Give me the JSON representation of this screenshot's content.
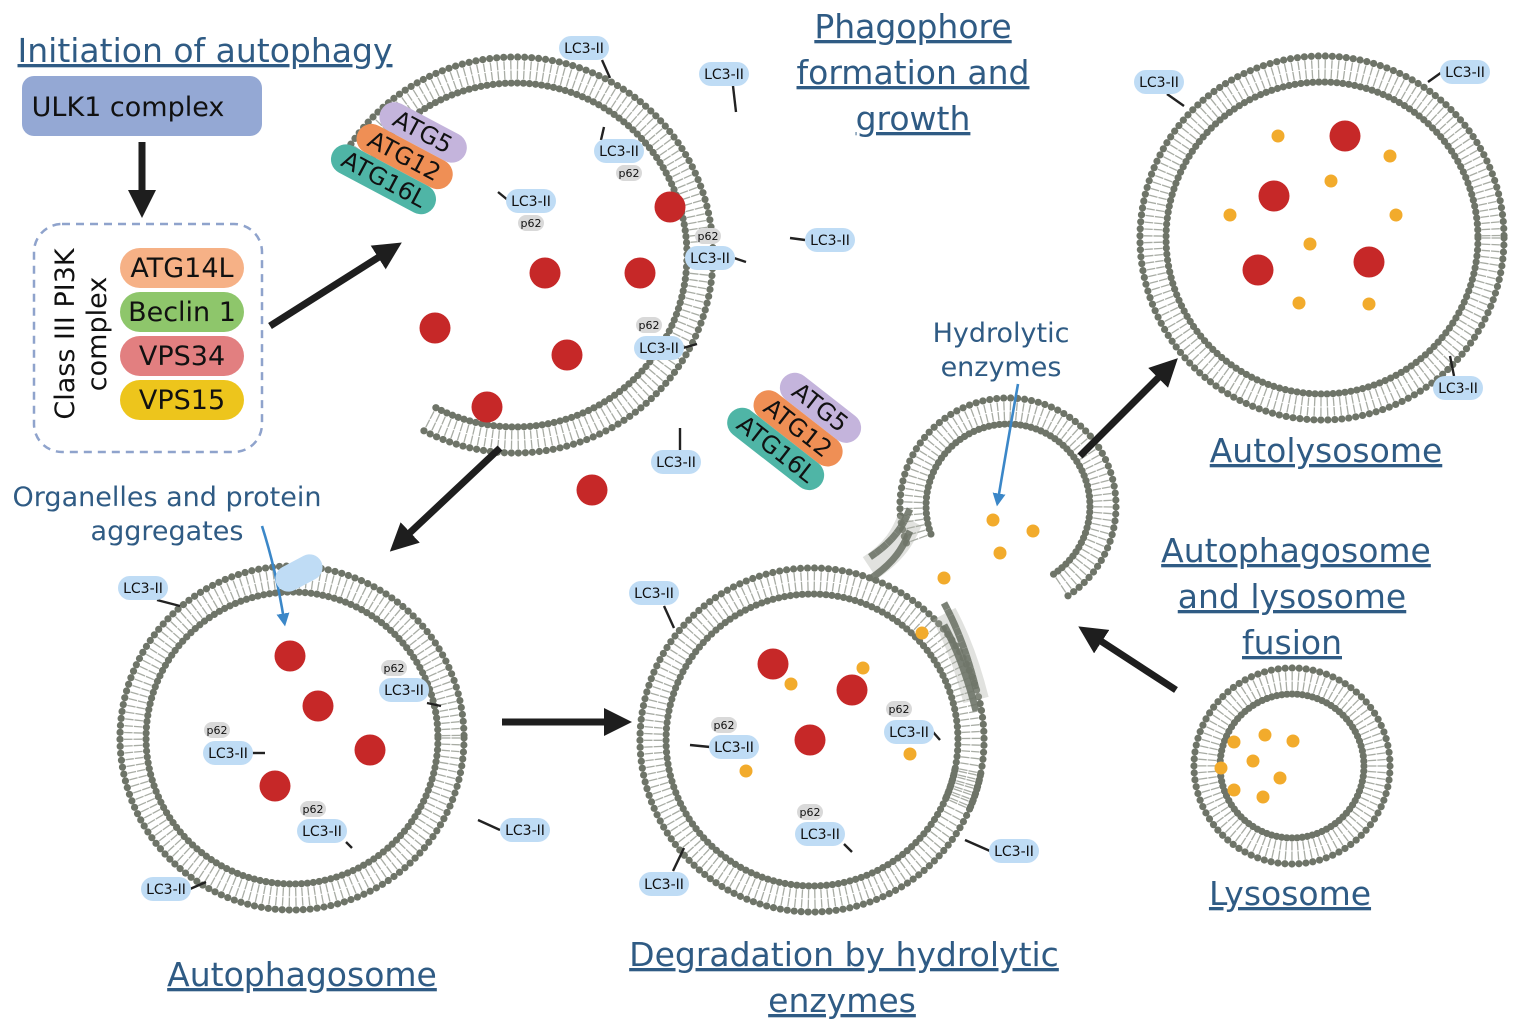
{
  "titles": {
    "initiation": "Initiation of autophagy",
    "phagophore": [
      "Phagophore",
      "formation and",
      "growth"
    ],
    "autolysosome": "Autolysosome",
    "fusion": [
      "Autophagosome",
      "and lysosome",
      "fusion"
    ],
    "lysosome": "Lysosome",
    "autophagosome": "Autophagosome",
    "degradation": [
      "Degradation by hydrolytic",
      "enzymes"
    ]
  },
  "notes": {
    "hydrolytic": [
      "Hydrolytic",
      "enzymes"
    ],
    "organelles": [
      "Organelles and protein",
      "aggregates"
    ]
  },
  "ulk": {
    "label": "ULK1 complex",
    "color": "#94a8d4"
  },
  "pi3k": {
    "label_lines": [
      "Class III PI3K",
      "complex"
    ],
    "subunits": [
      {
        "label": "ATG14L",
        "color": "#f6b186"
      },
      {
        "label": "Beclin 1",
        "color": "#8ec66b"
      },
      {
        "label": "VPS34",
        "color": "#e27f80"
      },
      {
        "label": "VPS15",
        "color": "#edc51c"
      }
    ]
  },
  "atg_complex": [
    {
      "label": "ATG5",
      "color": "#c4b4dc"
    },
    {
      "label": "ATG12",
      "color": "#ef8f55"
    },
    {
      "label": "ATG16L",
      "color": "#4fb5a6"
    }
  ],
  "markers": {
    "lc3": "LC3-II",
    "p62": "p62"
  },
  "colors": {
    "title": "#2f5b84",
    "membrane_head": "#6e7468",
    "membrane_tail": "#a8aca4",
    "cargo": "#c62828",
    "enzyme": "#f2ab2c",
    "lc3_pill": "#bfdcf5",
    "arrow": "#1e1e1e",
    "pointer": "#3b87c8"
  }
}
